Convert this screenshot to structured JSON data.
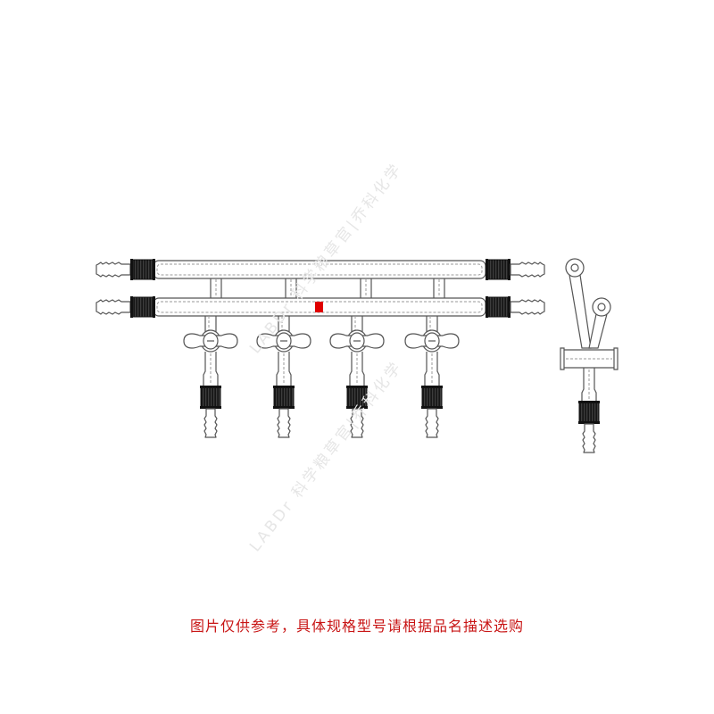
{
  "caption": "图片仅供参考，具体规格型号请根据品名描述选购",
  "watermark": {
    "line1": "LABDr 科学粮草官|乔科化学",
    "line2": "LABDr 科学粮草官|乔科化学"
  },
  "colors": {
    "outline": "#555555",
    "dash": "#9a9a9a",
    "clamp": "#1a1a1a",
    "marker": "#e00000",
    "caption": "#c81414"
  }
}
